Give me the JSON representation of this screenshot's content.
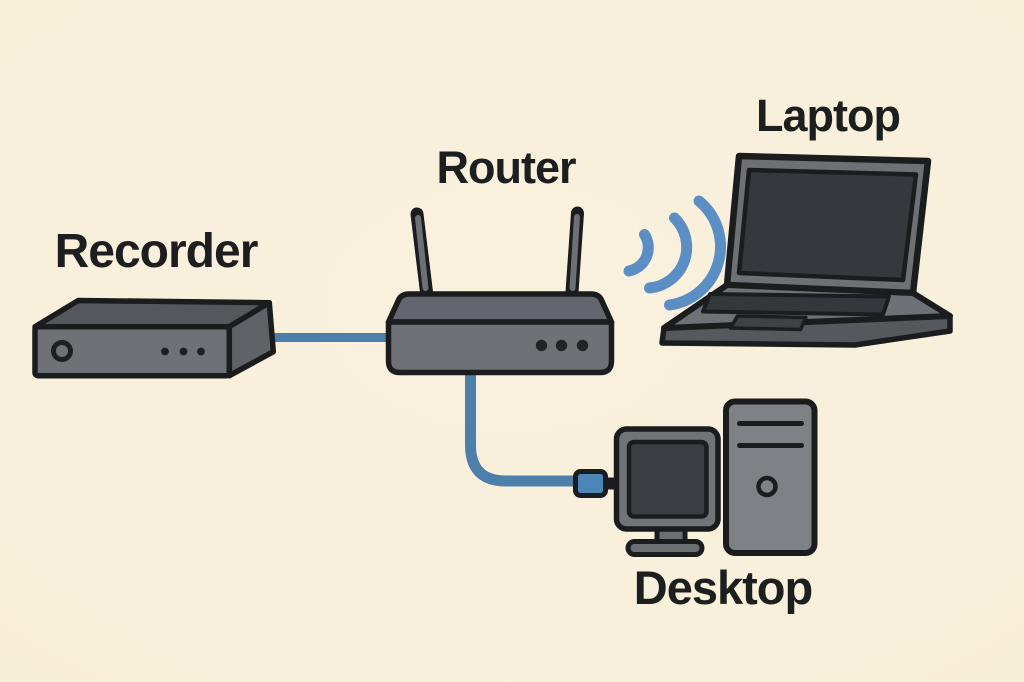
{
  "diagram": {
    "type": "network-topology-illustration",
    "labels": {
      "recorder": "Recorder",
      "router": "Router",
      "laptop": "Laptop",
      "desktop": "Desktop"
    },
    "nodes": [
      {
        "id": "recorder",
        "label": "Recorder",
        "icon": "recorder-box-icon"
      },
      {
        "id": "router",
        "label": "Router",
        "icon": "router-two-antenna-icon"
      },
      {
        "id": "laptop",
        "label": "Laptop",
        "icon": "open-laptop-icon"
      },
      {
        "id": "desktop",
        "label": "Desktop",
        "icon": "monitor-and-tower-icon"
      }
    ],
    "connections": [
      {
        "from": "recorder",
        "to": "router",
        "type": "wired-cable"
      },
      {
        "from": "router",
        "to": "desktop",
        "type": "wired-cable-with-plug"
      },
      {
        "from": "router",
        "to": "laptop",
        "type": "wireless-wifi-waves"
      }
    ],
    "colors": {
      "background": "#f8efd9",
      "outline": "#1b1c1e",
      "device_gray": "#6e7176",
      "device_gray_dark": "#55585c",
      "device_gray_top": "#595c61",
      "tower_gray": "#7e8185",
      "screen_dark": "#36393e",
      "cable_blue": "#4d7fab",
      "plug_blue": "#4c86b8",
      "wifi_blue": "#5b8ec5",
      "label_text": "#1d1e20"
    }
  }
}
